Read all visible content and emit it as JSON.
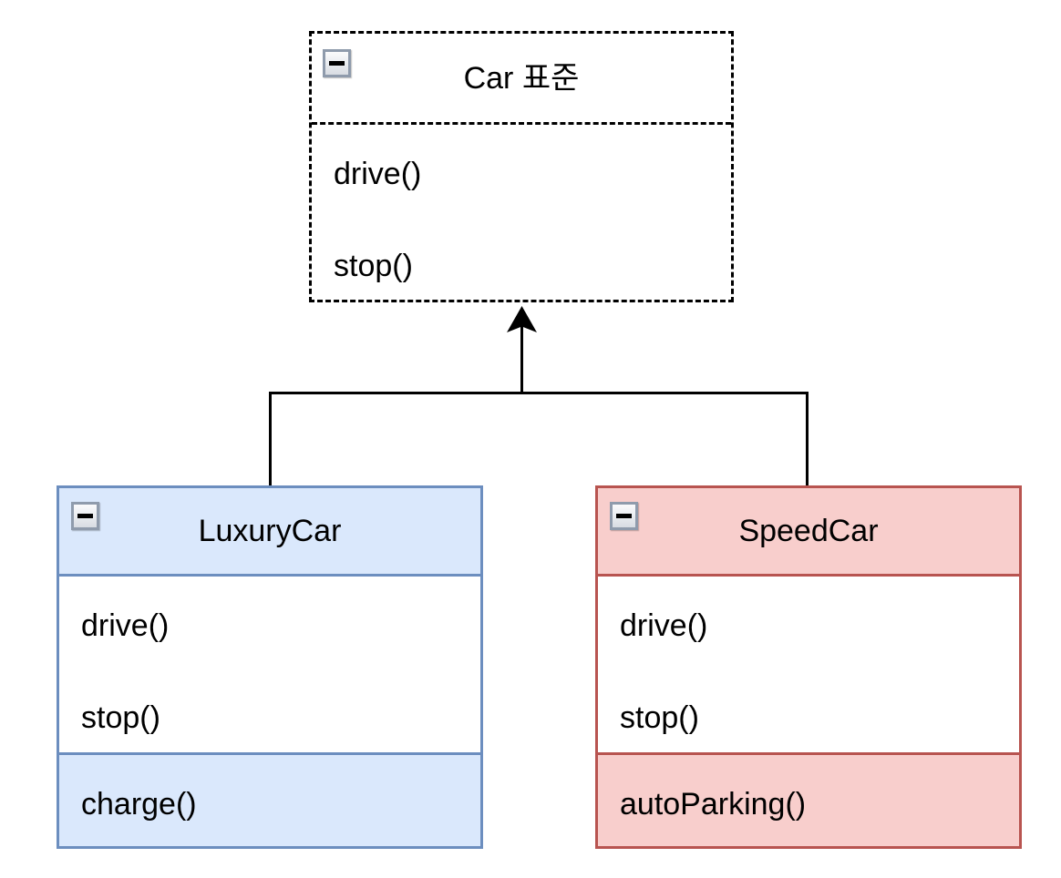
{
  "diagram": {
    "type": "uml-class-diagram",
    "background": "#ffffff",
    "colors": {
      "parent_border": "#000000",
      "luxury_fill": "#dae8fc",
      "luxury_border": "#6c8ebf",
      "speed_fill": "#f8cecc",
      "speed_border": "#b85450",
      "edge": "#000000",
      "text": "#000000"
    }
  },
  "icons": {
    "collapse": {
      "name": "collapse-minus-icon",
      "glyph": "−"
    }
  },
  "nodes": {
    "parent": {
      "title": "Car 표준",
      "methods": [
        "drive()",
        "stop()"
      ],
      "border_style": "dashed"
    },
    "luxury": {
      "title": "LuxuryCar",
      "methods": [
        "drive()",
        "stop()"
      ],
      "extra_methods": [
        "charge()"
      ]
    },
    "speed": {
      "title": "SpeedCar",
      "methods": [
        "drive()",
        "stop()"
      ],
      "extra_methods": [
        "autoParking()"
      ]
    }
  },
  "edges": [
    {
      "from": "LuxuryCar",
      "to": "Car 표준",
      "type": "generalization-arrow"
    },
    {
      "from": "SpeedCar",
      "to": "Car 표준",
      "type": "generalization-arrow"
    }
  ]
}
